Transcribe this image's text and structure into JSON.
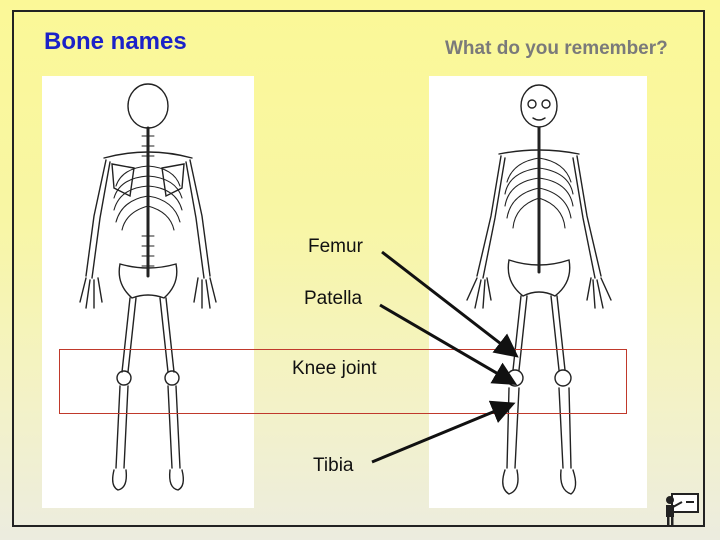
{
  "slide": {
    "title": "Bone names",
    "subtitle": "What do you remember?"
  },
  "labels": {
    "femur": "Femur",
    "patella": "Patella",
    "knee_joint": "Knee joint",
    "tibia": "Tibia"
  },
  "colors": {
    "title": "#1b22c8",
    "subtitle": "#7a7a7a",
    "highlight_box": "#c0392b",
    "background_top": "#fbf897",
    "background_bottom": "#ececdf"
  },
  "icons": {
    "left_skeleton": "skeleton-back-view",
    "right_skeleton": "skeleton-front-view",
    "corner": "teacher-board-icon"
  }
}
